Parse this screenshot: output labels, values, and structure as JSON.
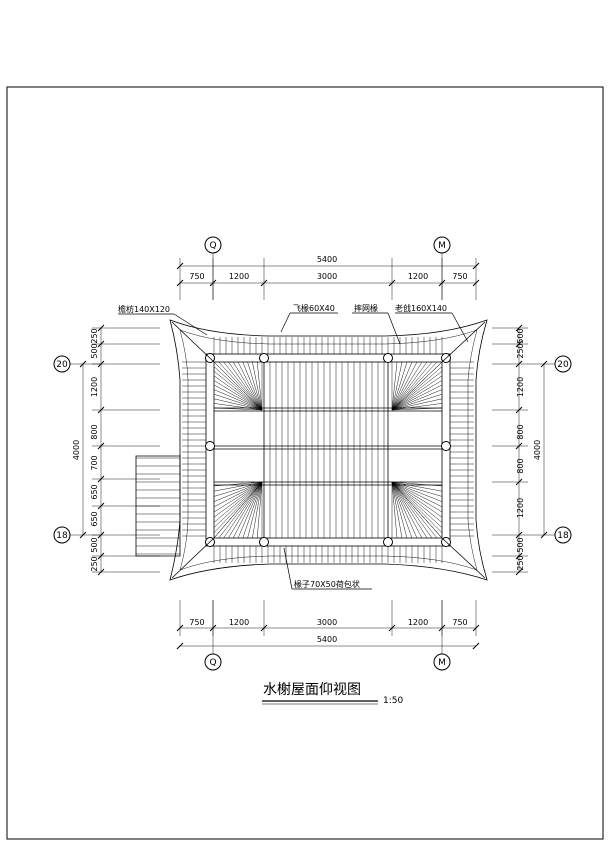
{
  "drawing": {
    "title": "水榭屋面仰视图",
    "scale": "1:50"
  },
  "axes": {
    "q": "Q",
    "m": "M",
    "row20": "20",
    "row18": "18"
  },
  "dims": {
    "top_total": "5400",
    "top_segments": [
      "750",
      "1200",
      "3000",
      "1200",
      "750"
    ],
    "bottom_total": "5400",
    "bottom_segments": [
      "750",
      "1200",
      "3000",
      "1200",
      "750"
    ],
    "left_total": "4000",
    "left_segments": [
      "250",
      "500",
      "1200",
      "800",
      "700",
      "650",
      "650",
      "500",
      "250"
    ],
    "right_total": "4000",
    "right_segments": [
      "500",
      "250",
      "1200",
      "800",
      "800",
      "1200",
      "500",
      "250"
    ]
  },
  "labels": {
    "fascia": "檐枋140X120",
    "fly_rafter": "飞椽60X40",
    "corner_beam": "摔网椽",
    "old_purlin": "老戗160X140",
    "rafter": "椽子70X50荷包状"
  }
}
